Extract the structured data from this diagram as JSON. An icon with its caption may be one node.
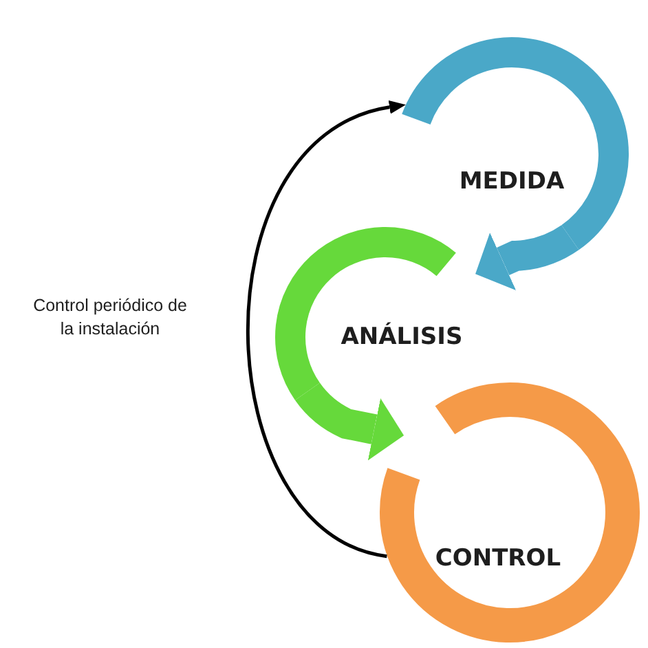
{
  "diagram": {
    "nodes": [
      {
        "text": [
          "MEDIDA"
        ]
      },
      {
        "text": [
          "ANÁLISIS"
        ]
      },
      {
        "text": [
          "CONTROL"
        ]
      }
    ],
    "edges": [
      {
        "from": 0,
        "to": 1,
        "arrow": "to",
        "color": "#4aa8c8"
      },
      {
        "from": 1,
        "to": 2,
        "arrow": "to",
        "color": "#66d93b"
      },
      {
        "from": 2,
        "to": 0,
        "arrow": "to",
        "color": "#000000",
        "label": "Control periódico de la instalación"
      }
    ]
  }
}
